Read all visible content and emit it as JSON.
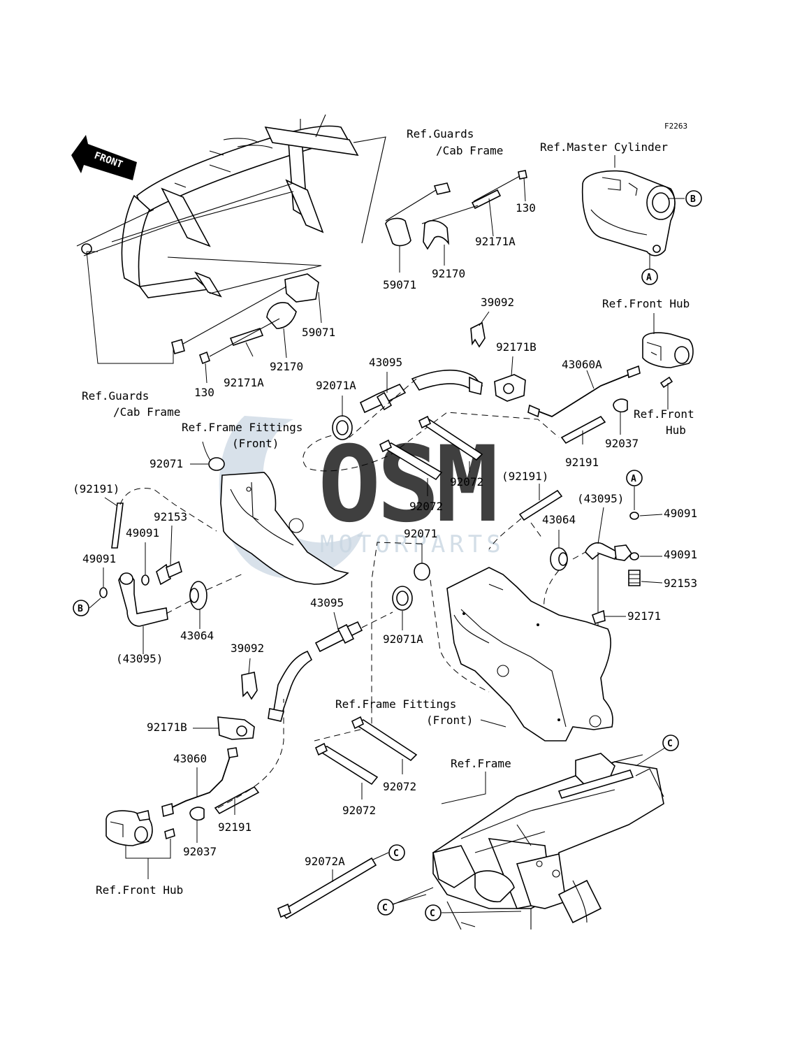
{
  "diagram": {
    "code": "F2263",
    "direction": "FRONT",
    "watermark": {
      "brand": "OSM",
      "sub": "MOTORPARTS",
      "color": "#b8c9d9"
    },
    "refs": {
      "guards_top_l1": "Ref.Guards",
      "guards_top_l2": "/Cab Frame",
      "master_cylinder": "Ref.Master Cylinder",
      "front_hub_top": "Ref.Front Hub",
      "front_hub_right_l1": "Ref.Front",
      "front_hub_right_l2": "Hub",
      "guards_left_l1": "Ref.Guards",
      "guards_left_l2": "/Cab Frame",
      "frame_fittings_l1": "Ref.Frame Fittings",
      "frame_fittings_l2": "(Front)",
      "frame_fittings2_l1": "Ref.Frame Fittings",
      "frame_fittings2_l2": "(Front)",
      "frame": "Ref.Frame",
      "front_hub_bottom": "Ref.Front Hub"
    },
    "parts": {
      "p59071_a": "59071",
      "p92170_a": "92170",
      "p92171A_a": "92171A",
      "p130_a": "130",
      "p59071_b": "59071",
      "p92170_b": "92170",
      "p92171A_b": "92171A",
      "p130_b": "130",
      "p39092_a": "39092",
      "p92171B_a": "92171B",
      "p43060A": "43060A",
      "p92037_a": "92037",
      "p92191_a": "92191",
      "p43095_a": "43095",
      "p92071A_a": "92071A",
      "p92072_a": "92072",
      "p92072_b": "92072",
      "p92071_a": "92071",
      "p92191_paren_a": "(92191)",
      "p92191_paren_b": "(92191)",
      "p43095_paren_a": "(43095)",
      "p43064_a": "43064",
      "p49091_a": "49091",
      "p49091_b": "49091",
      "p92153_a": "92153",
      "p92171": "92171",
      "p92153_b": "92153",
      "p49091_c": "49091",
      "p49091_d": "49091",
      "p43064_b": "43064",
      "p43095_paren_b": "(43095)",
      "p92071_b": "92071",
      "p43095_b": "43095",
      "p92071A_b": "92071A",
      "p39092_b": "39092",
      "p92171B_b": "92171B",
      "p43060": "43060",
      "p92191_b": "92191",
      "p92037_b": "92037",
      "p92072_c": "92072",
      "p92072_d": "92072",
      "p92072A": "92072A"
    },
    "callouts": {
      "b_top": "B",
      "a_top": "A",
      "a_right": "A",
      "b_left": "B",
      "c1": "C",
      "c2": "C",
      "c3": "C",
      "c4": "C"
    }
  }
}
